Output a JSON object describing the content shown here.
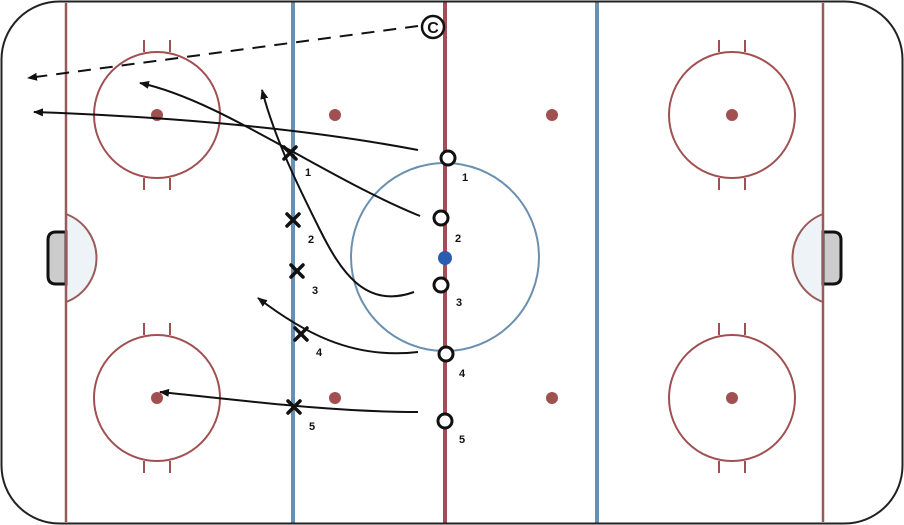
{
  "rink": {
    "board_color": "#222222",
    "goal_line_color": "#9a5a5a",
    "blue_line_color": "#6b8fae",
    "center_line_color": "#a14e56",
    "faceoff_color": "#a05050",
    "center_circle_color": "#6b8fae",
    "center_dot_color": "#2a5db0",
    "crease_fill": "#eef3f8",
    "net_fill": "#cccccc"
  },
  "coach": {
    "label": "C",
    "icon": "coach-circle-icon"
  },
  "offense": [
    {
      "number": "1"
    },
    {
      "number": "2"
    },
    {
      "number": "3"
    },
    {
      "number": "4"
    },
    {
      "number": "5"
    }
  ],
  "defense": [
    {
      "number": "1"
    },
    {
      "number": "2"
    },
    {
      "number": "3"
    },
    {
      "number": "4"
    },
    {
      "number": "5"
    }
  ]
}
